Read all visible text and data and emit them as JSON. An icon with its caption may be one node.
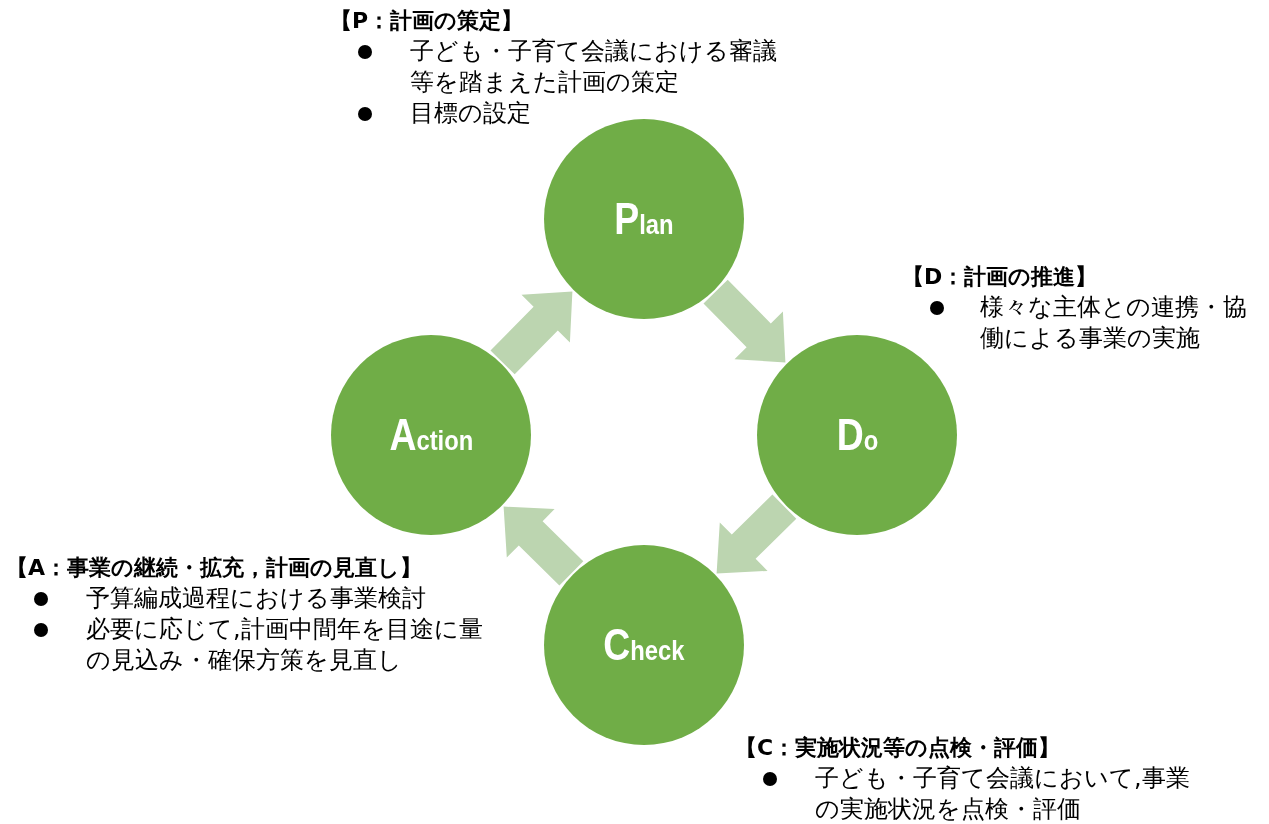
{
  "diagram": {
    "nodes": [
      {
        "text": [
          "Plan"
        ],
        "beside": [
          "【P：計画の策定】",
          "子ども・子育て会議における審議等を踏まえた計画の策定",
          "目標の設定"
        ]
      },
      {
        "text": [
          "Do"
        ],
        "beside": [
          "【D：計画の推進】",
          "様々な主体との連携・協働による事業の実施"
        ]
      },
      {
        "text": [
          "Check"
        ],
        "beside": [
          "【C：実施状況等の点検・評価】",
          "子ども・子育て会議において,事業の実施状況を点検・評価"
        ]
      },
      {
        "text": [
          "Action"
        ],
        "beside": [
          "【A：事業の継続・拡充，計画の見直し】",
          "予算編成過程における事業検討",
          "必要に応じて,計画中間年を目途に量の見込み・確保方策を見直し"
        ]
      }
    ],
    "edges": [
      {
        "from": 0,
        "to": 1,
        "arrow": "to"
      },
      {
        "from": 1,
        "to": 2,
        "arrow": "to"
      },
      {
        "from": 2,
        "to": 3,
        "arrow": "to"
      },
      {
        "from": 3,
        "to": 0,
        "arrow": "to"
      }
    ]
  }
}
